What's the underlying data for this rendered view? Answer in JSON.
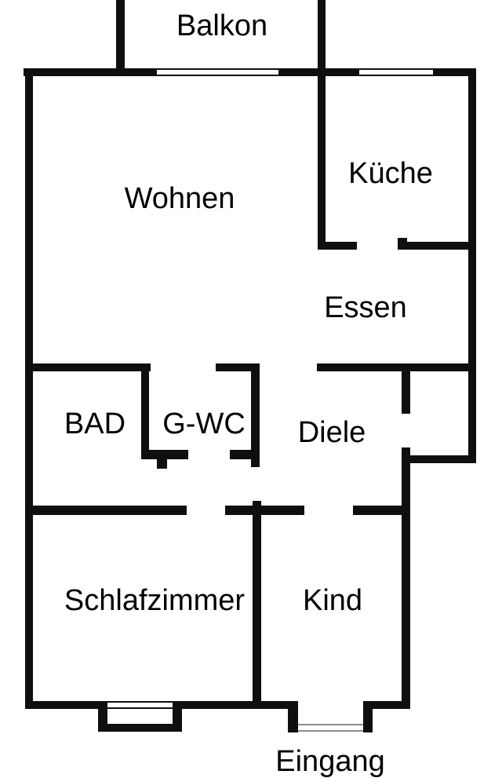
{
  "diagram": {
    "kind": "apartment-floor-plan",
    "language": "de",
    "background_color": "#ffffff",
    "wall_color": "#0f0f0f",
    "text_color": "#000000"
  },
  "rooms": {
    "balkon": "Balkon",
    "wohnen": "Wohnen",
    "kueche": "Küche",
    "essen": "Essen",
    "bad": "BAD",
    "gwc": "G-WC",
    "diele": "Diele",
    "schlafzimmer": "Schlafzimmer",
    "kind": "Kind",
    "eingang": "Eingang"
  }
}
